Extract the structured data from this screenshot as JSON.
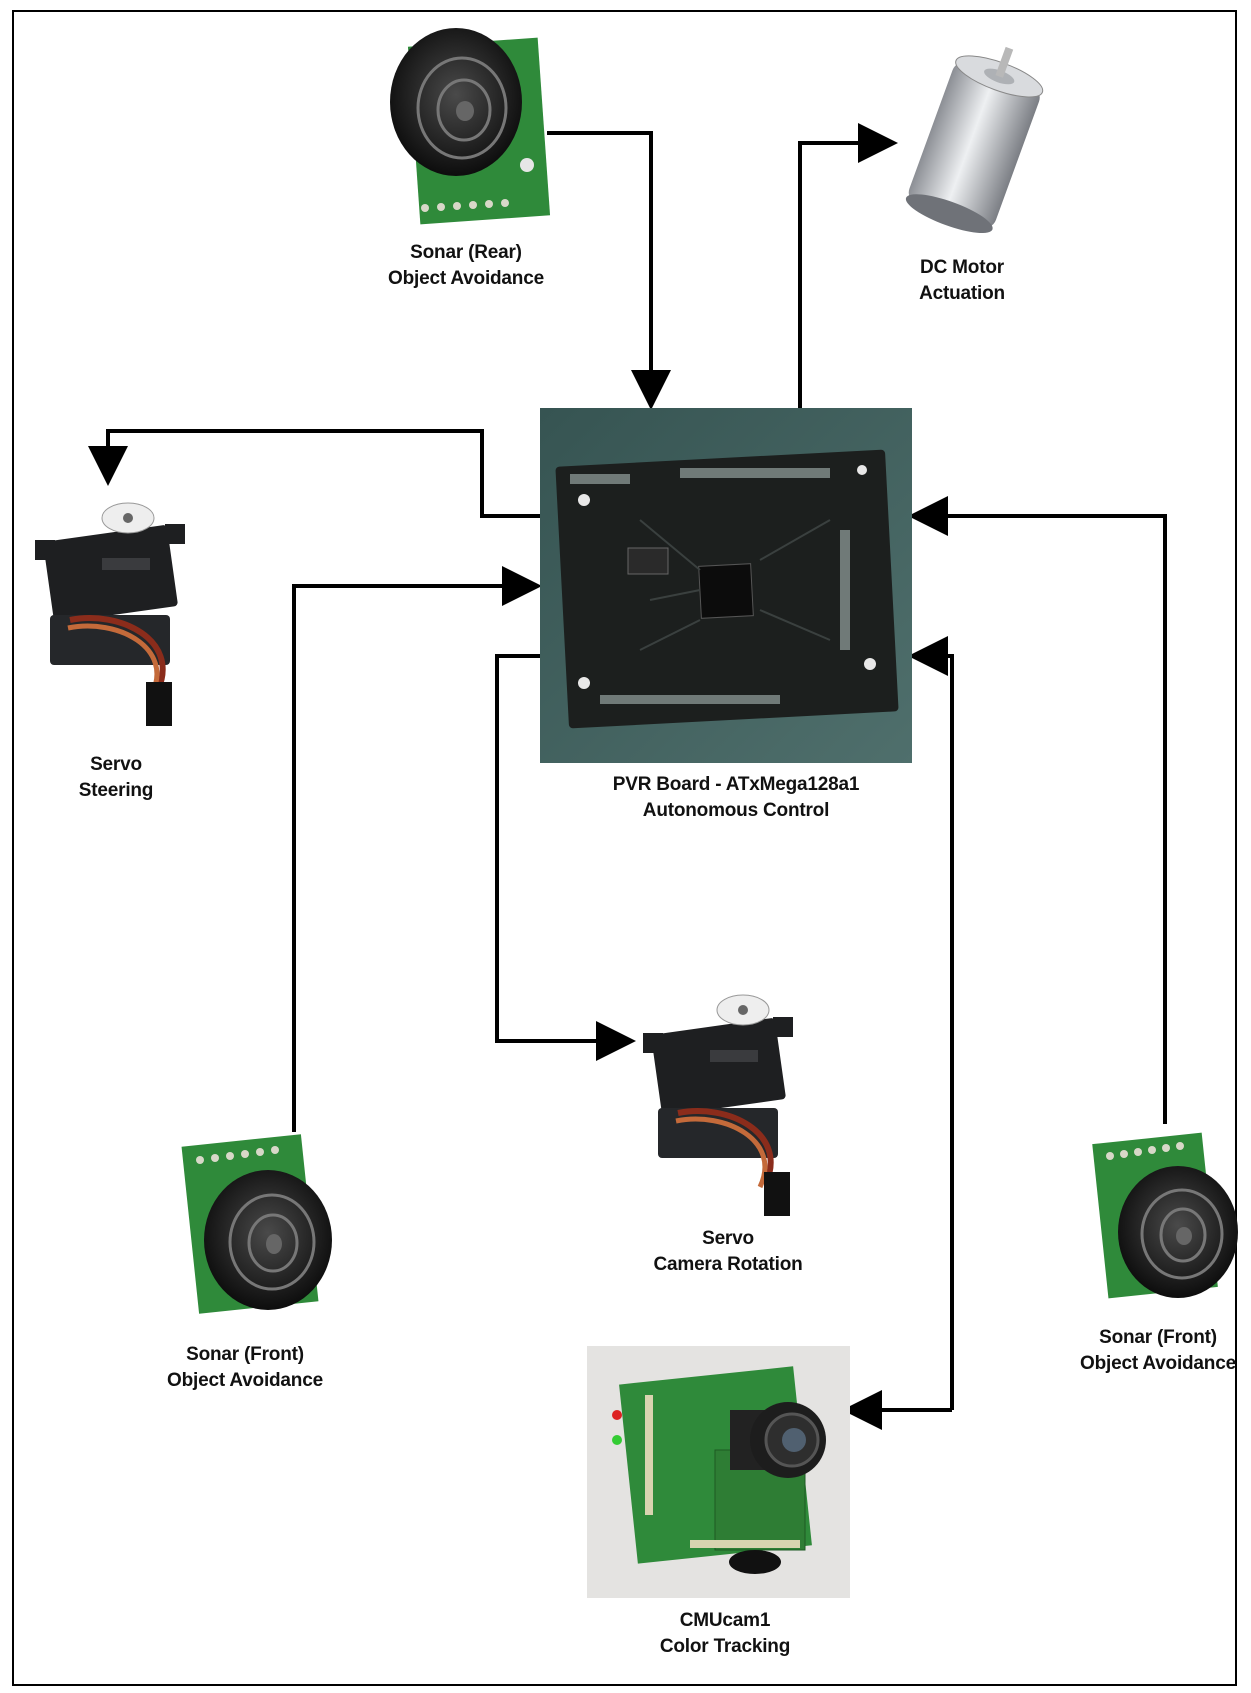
{
  "nodes": {
    "sonar_rear": {
      "line1": "Sonar (Rear)",
      "line2": "Object Avoidance"
    },
    "dc_motor": {
      "line1": "DC Motor",
      "line2": "Actuation"
    },
    "servo_steer": {
      "line1": "Servo",
      "line2": "Steering"
    },
    "pvr_board": {
      "line1": "PVR Board - ATxMega128a1",
      "line2": "Autonomous Control"
    },
    "servo_cam": {
      "line1": "Servo",
      "line2": "Camera Rotation"
    },
    "sonar_front_l": {
      "line1": "Sonar (Front)",
      "line2": "Object Avoidance"
    },
    "sonar_front_r": {
      "line1": "Sonar (Front)",
      "line2": "Object Avoidance"
    },
    "cmucam": {
      "line1": "CMUcam1",
      "line2": "Color Tracking"
    }
  },
  "edges": [
    {
      "from": "sonar_rear",
      "to": "pvr_board"
    },
    {
      "from": "pvr_board",
      "to": "dc_motor"
    },
    {
      "from": "pvr_board",
      "to": "servo_steer"
    },
    {
      "from": "sonar_front_l",
      "to": "pvr_board"
    },
    {
      "from": "pvr_board",
      "to": "servo_cam"
    },
    {
      "from": "sonar_front_r",
      "to": "pvr_board"
    },
    {
      "from": "pvr_board",
      "to": "cmucam",
      "bidirectional": true
    }
  ],
  "colors": {
    "arrow": "#000000",
    "pcb_green": "#2f8a3a",
    "board_black": "#1c1f1e",
    "board_bg": "#3f5e5c"
  }
}
